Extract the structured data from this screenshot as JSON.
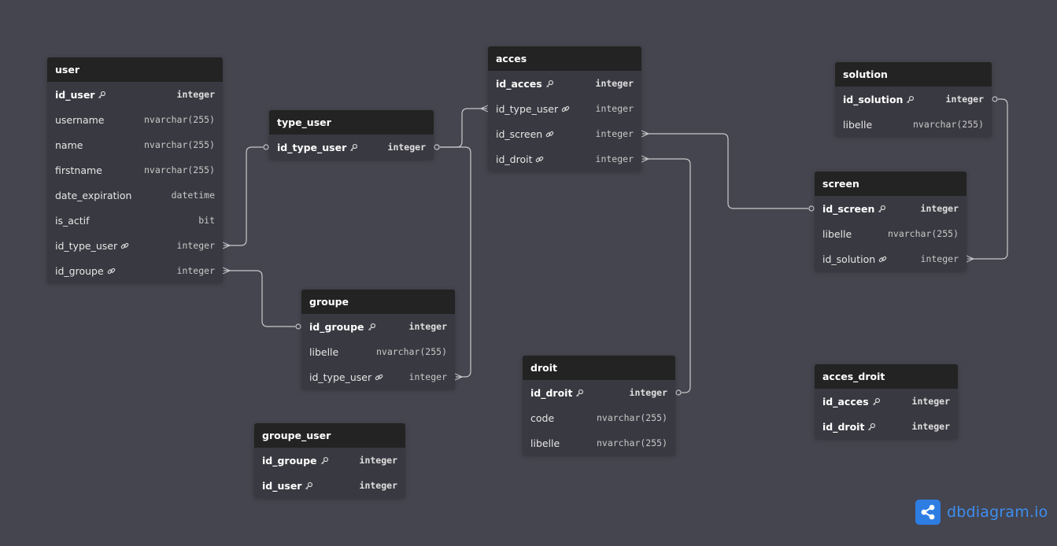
{
  "tables": [
    {
      "name": "user",
      "fields": [
        {
          "name": "id_user",
          "type": "integer",
          "pk": true,
          "icon": "key-icon"
        },
        {
          "name": "username",
          "type": "nvarchar(255)"
        },
        {
          "name": "name",
          "type": "nvarchar(255)"
        },
        {
          "name": "firstname",
          "type": "nvarchar(255)"
        },
        {
          "name": "date_expiration",
          "type": "datetime"
        },
        {
          "name": "is_actif",
          "type": "bit"
        },
        {
          "name": "id_type_user",
          "type": "integer",
          "icon": "link-icon"
        },
        {
          "name": "id_groupe",
          "type": "integer",
          "icon": "link-icon"
        }
      ]
    },
    {
      "name": "type_user",
      "fields": [
        {
          "name": "id_type_user",
          "type": "integer",
          "pk": true,
          "icon": "key-icon"
        }
      ]
    },
    {
      "name": "groupe",
      "fields": [
        {
          "name": "id_groupe",
          "type": "integer",
          "pk": true,
          "icon": "key-icon"
        },
        {
          "name": "libelle",
          "type": "nvarchar(255)"
        },
        {
          "name": "id_type_user",
          "type": "integer",
          "icon": "link-icon"
        }
      ]
    },
    {
      "name": "groupe_user",
      "fields": [
        {
          "name": "id_groupe",
          "type": "integer",
          "pk": true,
          "icon": "key-icon"
        },
        {
          "name": "id_user",
          "type": "integer",
          "pk": true,
          "icon": "key-icon"
        }
      ]
    },
    {
      "name": "acces",
      "fields": [
        {
          "name": "id_acces",
          "type": "integer",
          "pk": true,
          "icon": "key-icon"
        },
        {
          "name": "id_type_user",
          "type": "integer",
          "icon": "link-icon"
        },
        {
          "name": "id_screen",
          "type": "integer",
          "icon": "link-icon"
        },
        {
          "name": "id_droit",
          "type": "integer",
          "icon": "link-icon"
        }
      ]
    },
    {
      "name": "droit",
      "fields": [
        {
          "name": "id_droit",
          "type": "integer",
          "pk": true,
          "icon": "key-icon"
        },
        {
          "name": "code",
          "type": "nvarchar(255)"
        },
        {
          "name": "libelle",
          "type": "nvarchar(255)"
        }
      ]
    },
    {
      "name": "solution",
      "fields": [
        {
          "name": "id_solution",
          "type": "integer",
          "pk": true,
          "icon": "key-icon"
        },
        {
          "name": "libelle",
          "type": "nvarchar(255)"
        }
      ]
    },
    {
      "name": "screen",
      "fields": [
        {
          "name": "id_screen",
          "type": "integer",
          "pk": true,
          "icon": "key-icon"
        },
        {
          "name": "libelle",
          "type": "nvarchar(255)"
        },
        {
          "name": "id_solution",
          "type": "integer",
          "icon": "link-icon"
        }
      ]
    },
    {
      "name": "acces_droit",
      "fields": [
        {
          "name": "id_acces",
          "type": "integer",
          "pk": true,
          "icon": "key-icon"
        },
        {
          "name": "id_droit",
          "type": "integer",
          "pk": true,
          "icon": "key-icon"
        }
      ]
    }
  ],
  "relations": [
    {
      "from": "user.id_type_user",
      "to": "type_user.id_type_user",
      "cardinality": "many-to-one"
    },
    {
      "from": "user.id_groupe",
      "to": "groupe.id_groupe",
      "cardinality": "many-to-one"
    },
    {
      "from": "groupe.id_type_user",
      "to": "type_user.id_type_user",
      "cardinality": "many-to-one"
    },
    {
      "from": "acces.id_type_user",
      "to": "type_user.id_type_user",
      "cardinality": "many-to-one"
    },
    {
      "from": "acces.id_screen",
      "to": "screen.id_screen",
      "cardinality": "many-to-one"
    },
    {
      "from": "acces.id_droit",
      "to": "droit.id_droit",
      "cardinality": "many-to-one"
    },
    {
      "from": "screen.id_solution",
      "to": "solution.id_solution",
      "cardinality": "many-to-one"
    }
  ],
  "brand": {
    "text": "dbdiagram.io",
    "icon": "share-nodes-icon"
  },
  "colors": {
    "canvas": "#45454f",
    "table_body": "#393941",
    "table_header": "#232323",
    "connector": "#c8c8cc",
    "brand": "#2e7de3"
  }
}
